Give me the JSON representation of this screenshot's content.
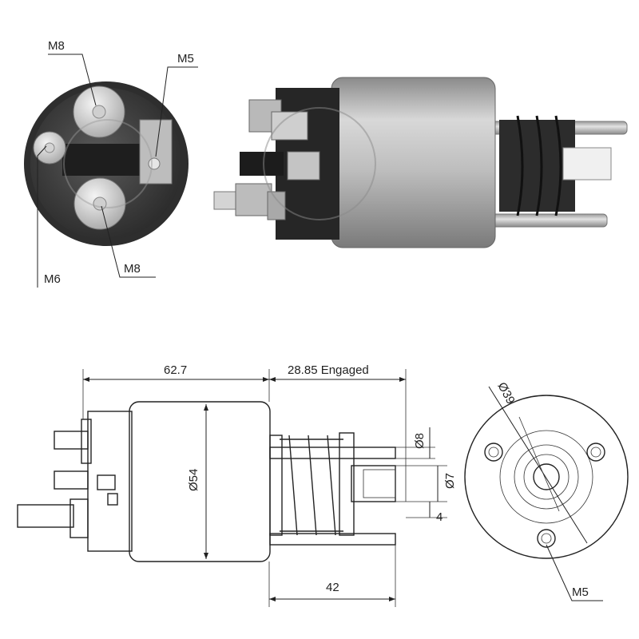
{
  "photo_labels": {
    "m8_top": "M8",
    "m5": "M5",
    "m6": "M6",
    "m8_bottom": "M8"
  },
  "dimensions": {
    "length_body": "62.7",
    "stroke_engaged": "28.85 Engaged",
    "body_diameter": "Ø54",
    "plunger_d8": "Ø8",
    "plunger_d7": "Ø7",
    "plunger_4": "4",
    "bolt_length": "42",
    "bolt_circle": "Ø39",
    "thread_m5": "M5"
  },
  "colors": {
    "metal_light": "#c9c9c9",
    "metal_dark": "#6f6f6f",
    "black_part": "#2b2b2b",
    "line": "#222222"
  }
}
